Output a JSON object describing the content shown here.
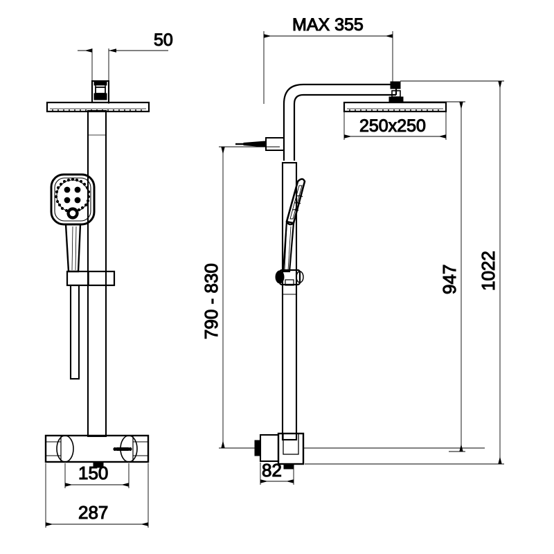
{
  "drawing": {
    "title": "Thermostatic shower column technical drawing",
    "background_color": "#ffffff",
    "line_color": "#000000",
    "units": "mm",
    "views": [
      {
        "name": "front-elevation",
        "label": ""
      },
      {
        "name": "side-elevation",
        "label": ""
      }
    ]
  },
  "dimensions": {
    "bracket_offset": "50",
    "max_projection": "MAX  355",
    "head_size": "250x250",
    "slider_range": "790 - 830",
    "head_height": "947",
    "total_height": "1022",
    "valve_spacing": "150",
    "valve_width": "287",
    "valve_depth": "82"
  },
  "components": {
    "overhead_shower": "overhead-shower-head",
    "shower_arm": "shower-arm",
    "riser_rail": "riser-rail",
    "hand_shower": "hand-shower-head",
    "hand_shower_handle": "hand-shower-handle",
    "slider_bracket": "slider-bracket",
    "mixer_valve": "thermostatic-mixer-valve",
    "wall_inlet": "wall-inlet-connector",
    "valve_handle_left": "temperature-handle",
    "valve_handle_right": "flow-handle",
    "diverter_outlet": "diverter-outlet"
  }
}
